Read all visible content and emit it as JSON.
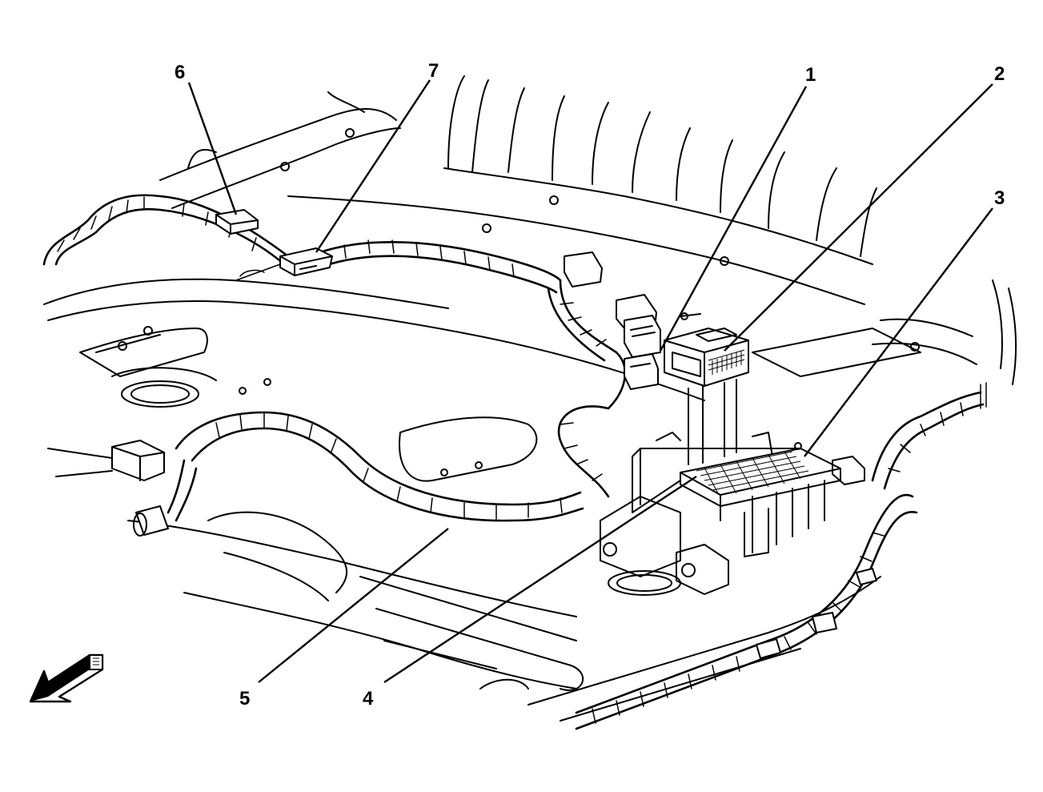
{
  "callouts": [
    {
      "id": "1",
      "label": "1"
    },
    {
      "id": "2",
      "label": "2"
    },
    {
      "id": "3",
      "label": "3"
    },
    {
      "id": "4",
      "label": "4"
    },
    {
      "id": "5",
      "label": "5"
    },
    {
      "id": "6",
      "label": "6"
    },
    {
      "id": "7",
      "label": "7"
    }
  ],
  "icons": {
    "direction_arrow": "forward-arrow-icon"
  }
}
